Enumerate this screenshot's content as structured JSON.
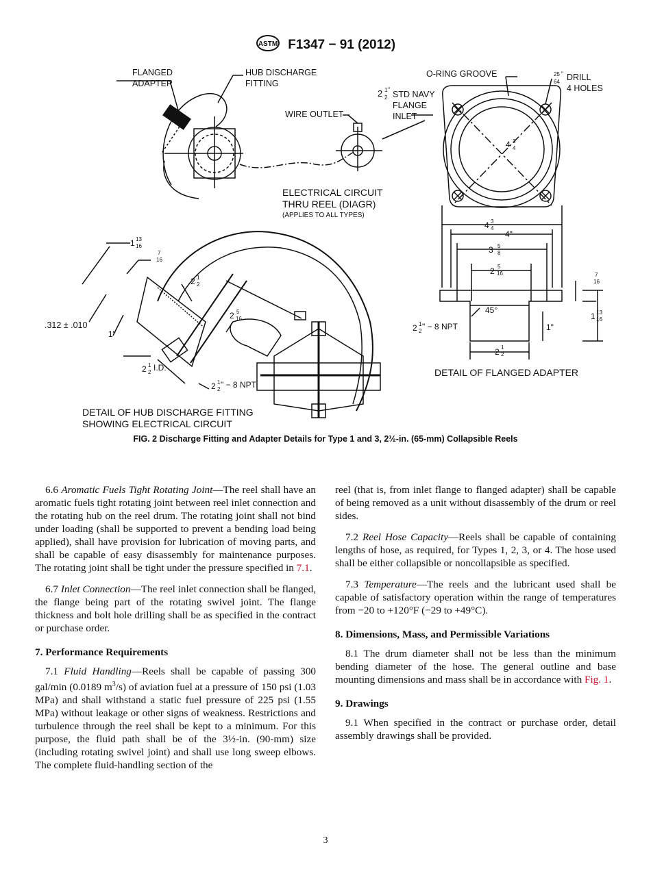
{
  "header": {
    "logo_text": "ASTM",
    "designation": "F1347 − 91 (2012)"
  },
  "figure": {
    "labels": {
      "flanged_adapter_1": "FLANGED",
      "flanged_adapter_2": "ADAPTER",
      "hub_discharge_1": "HUB DISCHARGE",
      "hub_discharge_2": "FITTING",
      "wire_outlet": "WIRE OUTLET",
      "navy_whole": "2",
      "navy_frac_n": "1",
      "navy_frac_d": "2",
      "navy_unit": "\"",
      "navy_1": "STD NAVY",
      "navy_2": "FLANGE",
      "navy_3": "INLET",
      "oring": "O-RING GROOVE",
      "drill_n": "25",
      "drill_d": "64",
      "drill_unit": "\"",
      "drill_1": "DRILL",
      "drill_2": "4 HOLES",
      "elec_1": "ELECTRICAL CIRCUIT",
      "elec_2": "THRU REEL (DIAGR)",
      "elec_3": "(APPLIES TO ALL TYPES)",
      "dim_434_whole": "4",
      "dim_434_frac": "3",
      "dim_434_den": "4",
      "dim_4": "4\"",
      "dim_358_whole": "3",
      "dim_358_n": "5",
      "dim_358_d": "8",
      "dim_2516_whole": "2",
      "dim_2516_n": "5",
      "dim_2516_d": "16",
      "dim_716_n": "7",
      "dim_716_d": "16",
      "dim_11316_whole": "1",
      "dim_11316_n": "13",
      "dim_11316_d": "16",
      "deg45": "45°",
      "npt_whole": "2",
      "npt_n": "1",
      "npt_d": "2",
      "npt_text": "\" − 8 NPT",
      "dim_1": "1\"",
      "dim_212_whole": "2",
      "dim_212_n": "1",
      "dim_212_d": "2",
      "detail_flanged": "DETAIL OF FLANGED ADAPTER",
      "tol": ".312 ± .010",
      "hub_1": "1\"",
      "id_text": "I.D.",
      "detail_hub_1": "DETAIL OF HUB DISCHARGE FITTING",
      "detail_hub_2": "SHOWING ELECTRICAL CIRCUIT"
    },
    "caption": "FIG. 2 Discharge Fitting and Adapter Details for Type 1 and 3, 2½-in. (65-mm) Collapsible Reels"
  },
  "left_column": {
    "p66_num": "6.6",
    "p66_title": "Aromatic Fuels Tight Rotating Joint",
    "p66_text": "—The reel shall have an aromatic fuels tight rotating joint between reel inlet connection and the rotating hub on the reel drum. The rotating joint shall not bind under loading (shall be supported to prevent a bending load being applied), shall have provision for lubrication of moving parts, and shall be capable of easy disassembly for maintenance purposes. The rotating joint shall be tight under the pressure specified in ",
    "p66_link": "7.1",
    "p66_end": ".",
    "p67_num": "6.7",
    "p67_title": "Inlet Connection",
    "p67_text": "—The reel inlet connection shall be flanged, the flange being part of the rotating swivel joint. The flange thickness and bolt hole drilling shall be as specified in the contract or purchase order.",
    "s7_heading": "7. Performance Requirements",
    "p71_num": "7.1",
    "p71_title": "Fluid Handling",
    "p71_text_a": "—Reels shall be capable of passing 300 gal/min (0.0189 m",
    "p71_sup": "3",
    "p71_text_b": "/s) of aviation fuel at a pressure of 150 psi (1.03 MPa) and shall withstand a static fuel pressure of 225 psi (1.55 MPa) without leakage or other signs of weakness. Restrictions and turbulence through the reel shall be kept to a minimum. For this purpose, the fluid path shall be of the 3½-in. (90-mm) size (including rotating swivel joint) and shall use long sweep elbows. The complete fluid-handling section of the"
  },
  "right_column": {
    "p71_cont": "reel (that is, from inlet flange to flanged adapter) shall be capable of being removed as a unit without disassembly of the drum or reel sides.",
    "p72_num": "7.2",
    "p72_title": "Reel Hose Capacity",
    "p72_text": "—Reels shall be capable of containing lengths of hose, as required, for Types 1, 2, 3, or 4. The hose used shall be either collapsible or noncollapsible as specified.",
    "p73_num": "7.3",
    "p73_title": "Temperature",
    "p73_text": "—The reels and the lubricant used shall be capable of satisfactory operation within the range of temperatures from −20 to +120°F (−29 to +49°C).",
    "s8_heading": "8. Dimensions, Mass, and Permissible Variations",
    "p81_text": "8.1 The drum diameter shall not be less than the minimum bending diameter of the hose. The general outline and base mounting dimensions and mass shall be in accordance with ",
    "p81_link": "Fig. 1",
    "p81_end": ".",
    "s9_heading": "9. Drawings",
    "p91_text": "9.1 When specified in the contract or purchase order, detail assembly drawings shall be provided."
  },
  "page_number": "3"
}
